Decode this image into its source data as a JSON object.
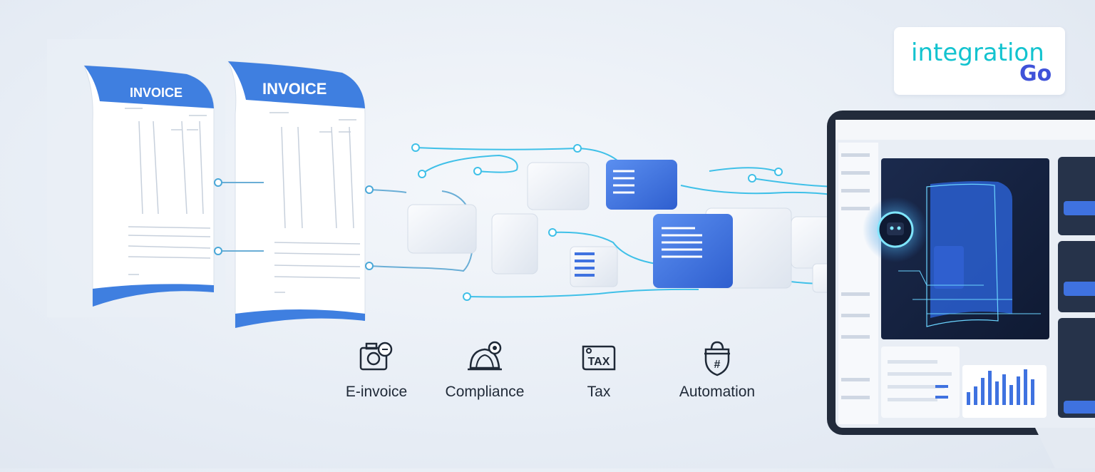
{
  "invoices": [
    {
      "title": "INVOICE"
    },
    {
      "title": "INVOICE"
    }
  ],
  "features": [
    {
      "label": "E-invoice",
      "icon": "camera-coin-icon"
    },
    {
      "label": "Compliance",
      "icon": "helmet-check-icon"
    },
    {
      "label": "Tax",
      "icon": "tax-label-icon",
      "badge": "TAX"
    },
    {
      "label": "Automation",
      "icon": "shield-hash-icon",
      "badge": "#"
    }
  ],
  "logo": {
    "text": "integration",
    "suffix": "Go"
  },
  "colors": {
    "brand_teal": "#13c3cf",
    "brand_indigo": "#3f52d9",
    "invoice_blue": "#3f7fe0",
    "connector_cyan": "#3fc0e8",
    "monitor_dark": "#1c2433"
  }
}
